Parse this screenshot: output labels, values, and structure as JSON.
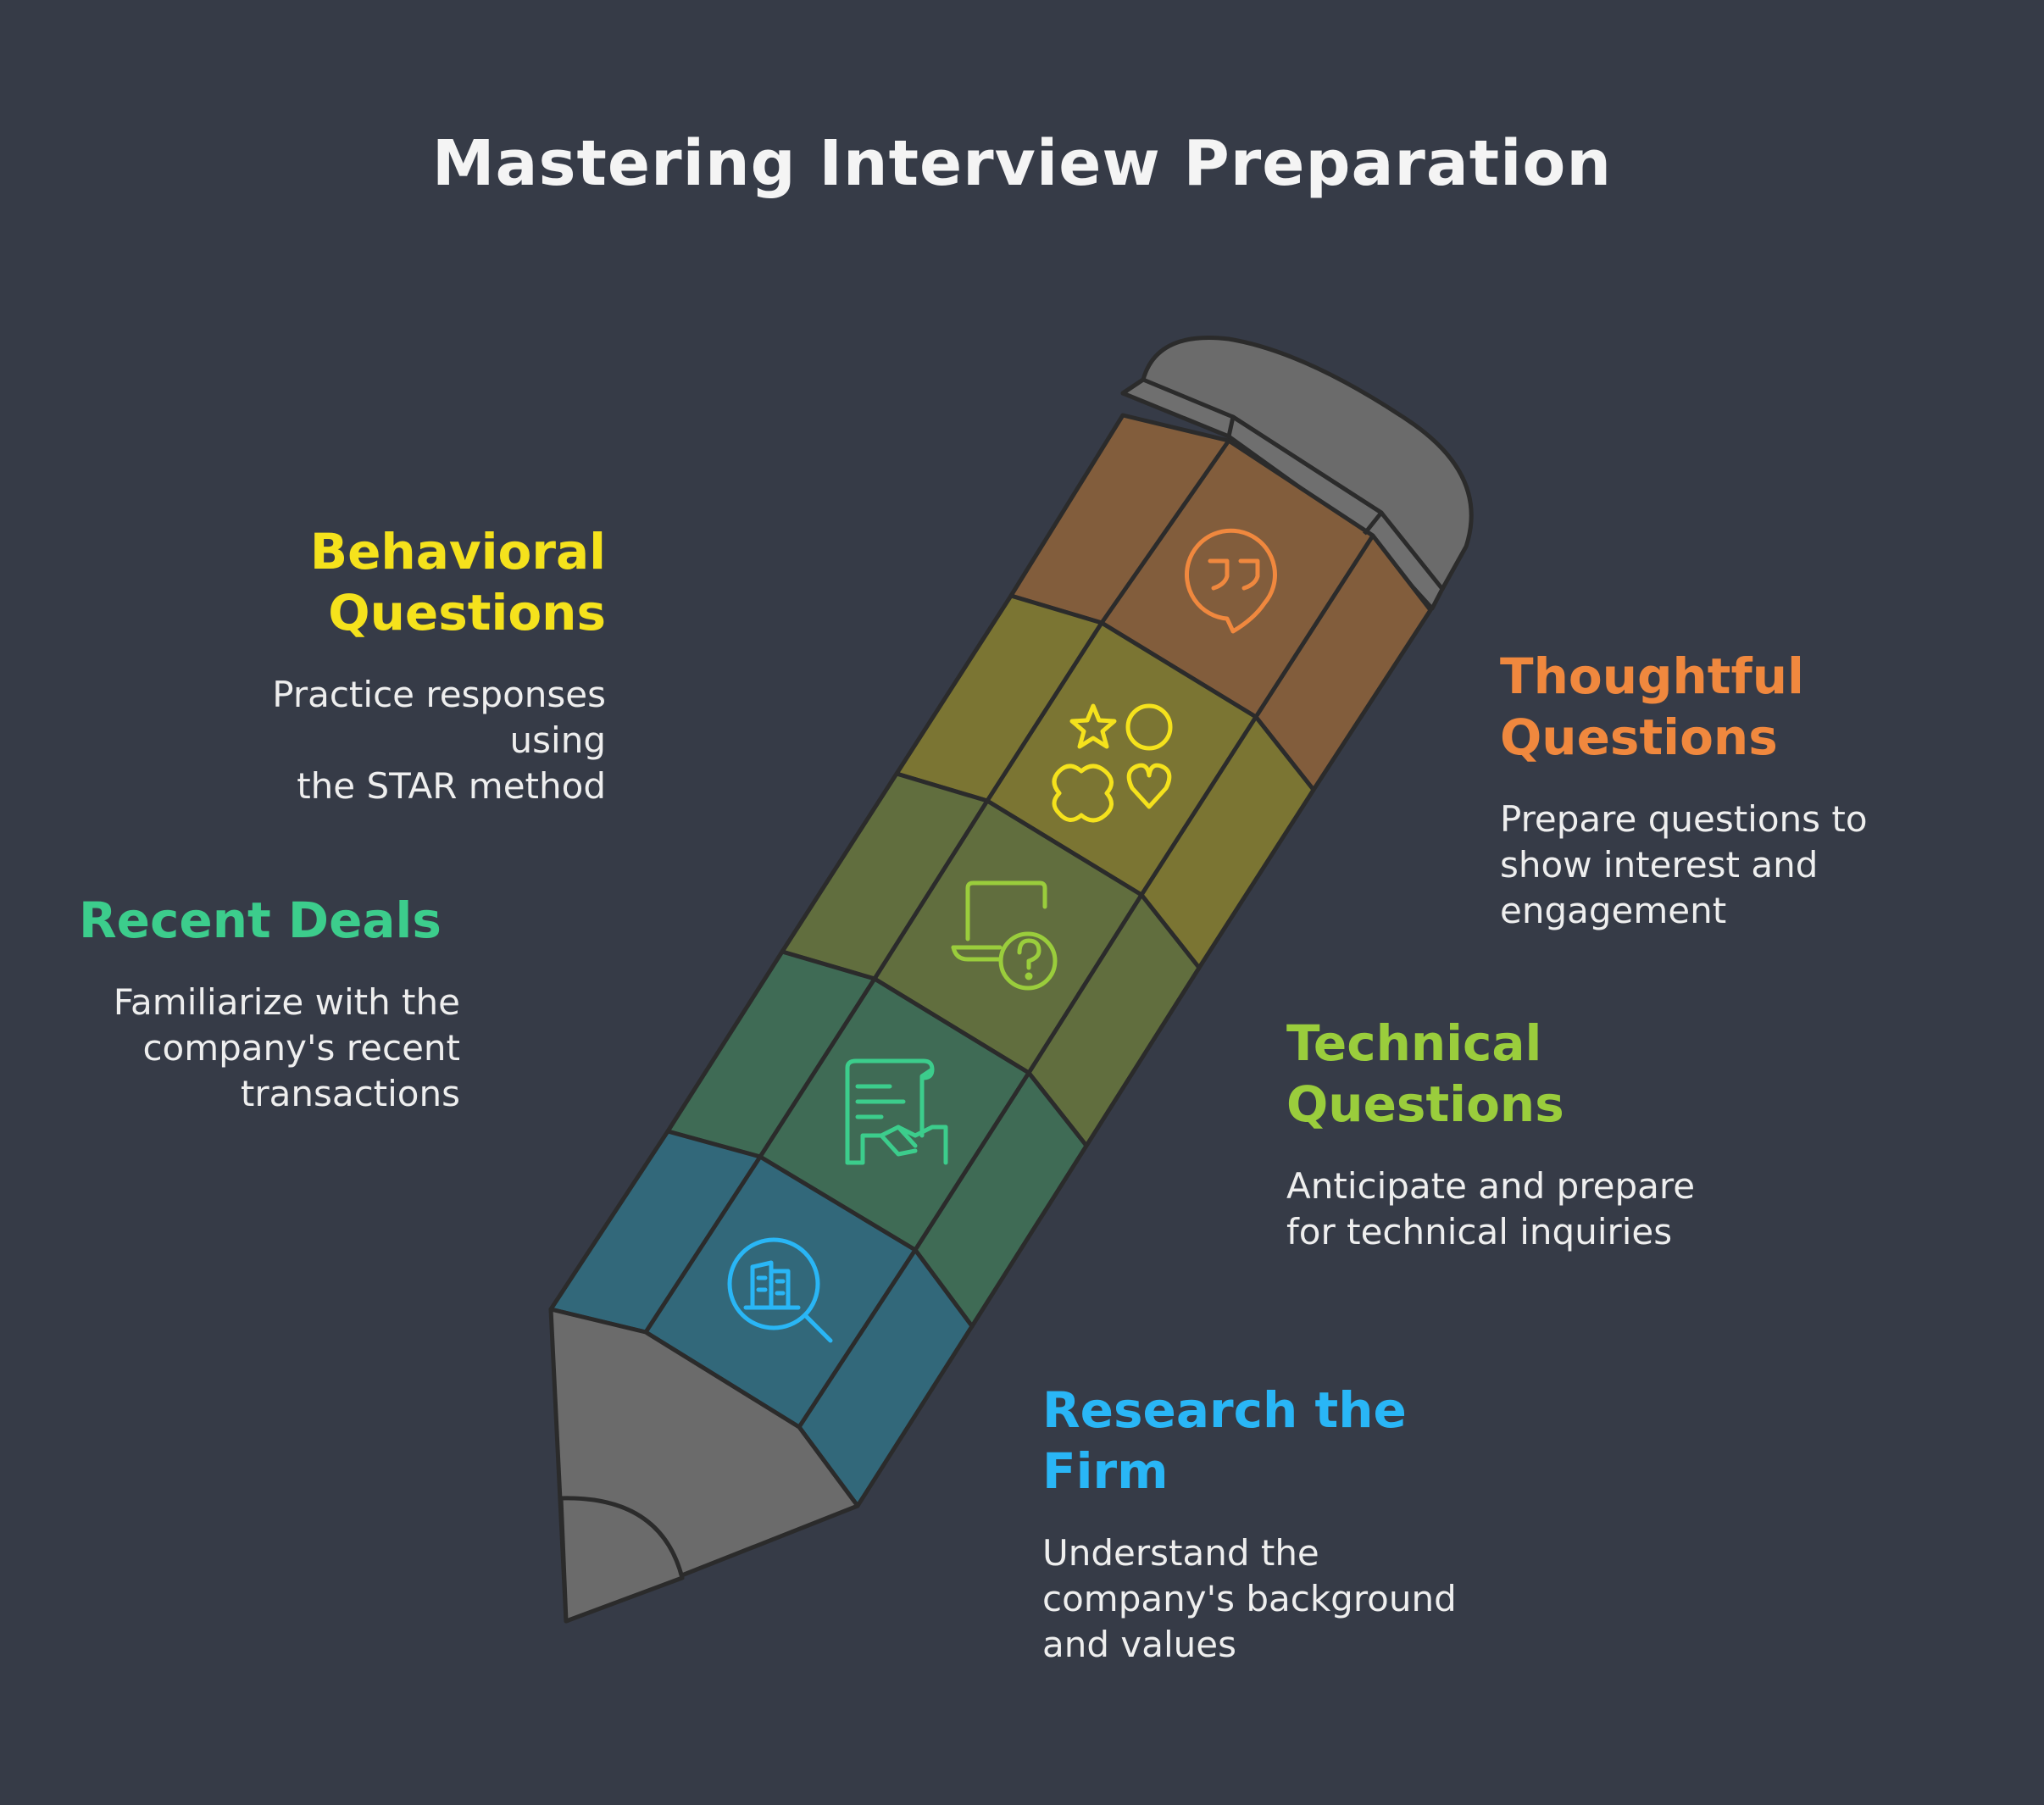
{
  "title": "Mastering Interview Preparation",
  "colors": {
    "background": "#363b47",
    "thoughtful": "#f0883e",
    "behavioral": "#f5e21c",
    "technical": "#9acd3c",
    "recent": "#3ccd8c",
    "research": "#29b6f6",
    "pencil_gray": "#6b6b6b"
  },
  "sections": {
    "behavioral": {
      "title_line1": "Behavioral",
      "title_line2": "Questions",
      "desc_line1": "Practice responses using",
      "desc_line2": "the STAR method",
      "icon": "shapes-icon"
    },
    "thoughtful": {
      "title_line1": "Thoughtful",
      "title_line2": "Questions",
      "desc_line1": "Prepare questions to",
      "desc_line2": "show interest and",
      "desc_line3": "engagement",
      "icon": "quote-bubble-icon"
    },
    "recent": {
      "title_line1": "Recent Deals",
      "desc_line1": "Familiarize with the",
      "desc_line2": "company's recent",
      "desc_line3": "transactions",
      "icon": "contract-handshake-icon"
    },
    "technical": {
      "title_line1": "Technical",
      "title_line2": "Questions",
      "desc_line1": "Anticipate and prepare",
      "desc_line2": "for technical inquiries",
      "icon": "laptop-question-icon"
    },
    "research": {
      "title_line1": "Research the",
      "title_line2": "Firm",
      "desc_line1": "Understand the",
      "desc_line2": "company's background",
      "desc_line3": "and values",
      "icon": "building-search-icon"
    }
  }
}
